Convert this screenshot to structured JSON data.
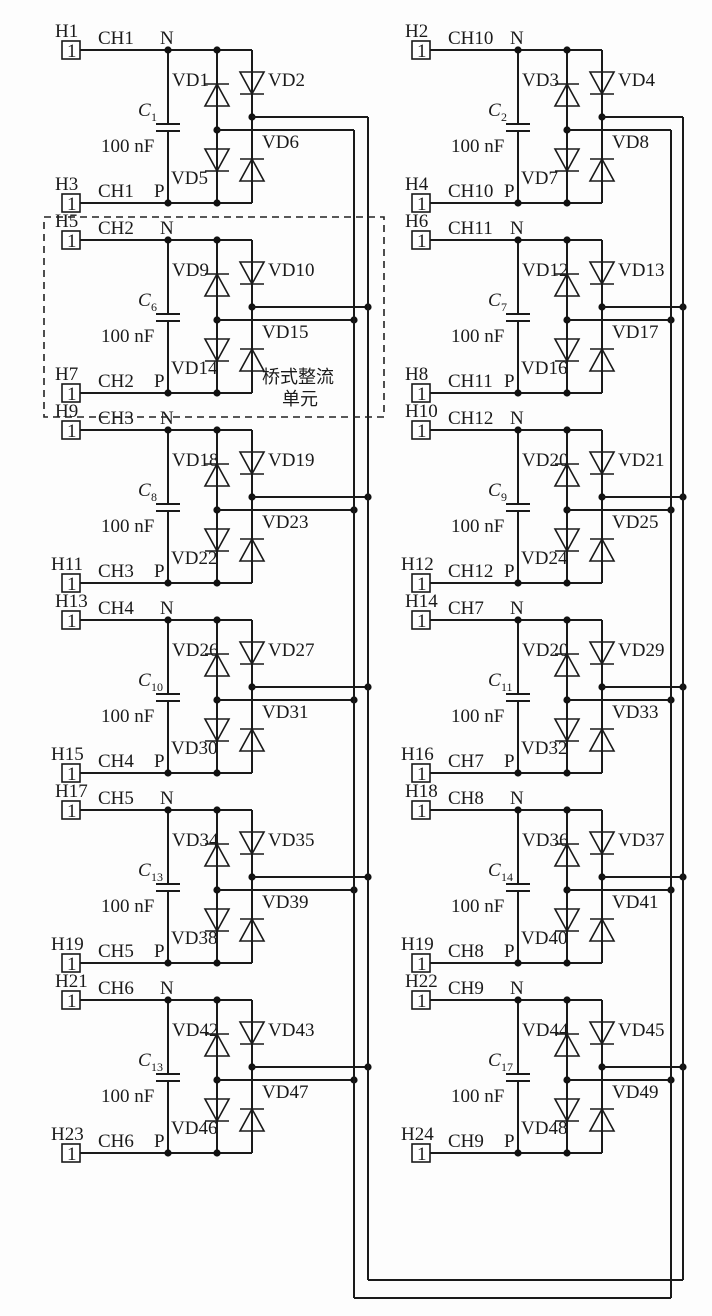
{
  "title": "Bridge rectifier array schematic",
  "common": {
    "connector_pin": "1",
    "node_top": "N",
    "node_bottom": "P",
    "cap_value": "100 nF",
    "cap_prefix": "C"
  },
  "annotation": {
    "line1": "桥式整流",
    "line2": "单元"
  },
  "cells": [
    {
      "col": 0,
      "row": 0,
      "top_pin": "H1",
      "bot_pin": "H3",
      "channel": "CH1",
      "cap_sub": "1",
      "d_ul": "VD1",
      "d_ur": "VD2",
      "d_ll": "VD5",
      "d_lr": "VD6"
    },
    {
      "col": 1,
      "row": 0,
      "top_pin": "H2",
      "bot_pin": "H4",
      "channel": "CH10",
      "cap_sub": "2",
      "d_ul": "VD3",
      "d_ur": "VD4",
      "d_ll": "VD7",
      "d_lr": "VD8"
    },
    {
      "col": 0,
      "row": 1,
      "top_pin": "H5",
      "bot_pin": "H7",
      "channel": "CH2",
      "cap_sub": "6",
      "d_ul": "VD9",
      "d_ur": "VD10",
      "d_ll": "VD14",
      "d_lr": "VD15"
    },
    {
      "col": 1,
      "row": 1,
      "top_pin": "H6",
      "bot_pin": "H8",
      "channel": "CH11",
      "cap_sub": "7",
      "d_ul": "VD12",
      "d_ur": "VD13",
      "d_ll": "VD16",
      "d_lr": "VD17"
    },
    {
      "col": 0,
      "row": 2,
      "top_pin": "H9",
      "bot_pin": "H11",
      "channel": "CH3",
      "cap_sub": "8",
      "d_ul": "VD18",
      "d_ur": "VD19",
      "d_ll": "VD22",
      "d_lr": "VD23"
    },
    {
      "col": 1,
      "row": 2,
      "top_pin": "H10",
      "bot_pin": "H12",
      "channel": "CH12",
      "cap_sub": "9",
      "d_ul": "VD20",
      "d_ur": "VD21",
      "d_ll": "VD24",
      "d_lr": "VD25"
    },
    {
      "col": 0,
      "row": 3,
      "top_pin": "H13",
      "bot_pin": "H15",
      "channel": "CH4",
      "cap_sub": "10",
      "d_ul": "VD26",
      "d_ur": "VD27",
      "d_ll": "VD30",
      "d_lr": "VD31"
    },
    {
      "col": 1,
      "row": 3,
      "top_pin": "H14",
      "bot_pin": "H16",
      "channel": "CH7",
      "cap_sub": "11",
      "d_ul": "VD20",
      "d_ur": "VD29",
      "d_ll": "VD32",
      "d_lr": "VD33"
    },
    {
      "col": 0,
      "row": 4,
      "top_pin": "H17",
      "bot_pin": "H19",
      "channel": "CH5",
      "cap_sub": "13",
      "d_ul": "VD34",
      "d_ur": "VD35",
      "d_ll": "VD38",
      "d_lr": "VD39"
    },
    {
      "col": 1,
      "row": 4,
      "top_pin": "H18",
      "bot_pin": "H19",
      "channel": "CH8",
      "cap_sub": "14",
      "d_ul": "VD36",
      "d_ur": "VD37",
      "d_ll": "VD40",
      "d_lr": "VD41"
    },
    {
      "col": 0,
      "row": 5,
      "top_pin": "H21",
      "bot_pin": "H23",
      "channel": "CH6",
      "cap_sub": "13",
      "d_ul": "VD42",
      "d_ur": "VD43",
      "d_ll": "VD46",
      "d_lr": "VD47"
    },
    {
      "col": 1,
      "row": 5,
      "top_pin": "H22",
      "bot_pin": "H24",
      "channel": "CH9",
      "cap_sub": "17",
      "d_ul": "VD44",
      "d_ur": "VD45",
      "d_ll": "VD48",
      "d_lr": "VD49"
    }
  ]
}
